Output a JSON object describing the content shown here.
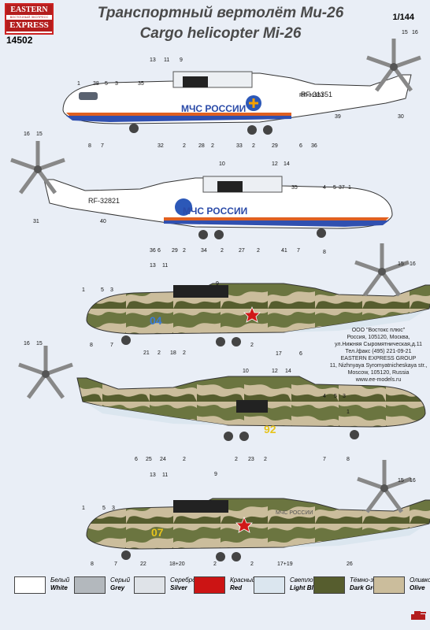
{
  "logo": {
    "line1": "EASTERN",
    "line2": "ВОСТОЧНЫЙ ЭКСПРЕСС",
    "line3": "EXPRESS"
  },
  "kit_number": "14502",
  "title_ru": "Транспортный вертолёт Ми-26",
  "title_en": "Cargo helicopter Mi-26",
  "scale": "1/144",
  "publisher": [
    "ООО \"Востокс плюс\"",
    "Россия, 105120, Москва,",
    "ул.Нижняя Сыромятническая,д.11",
    "Тел./факс (495) 221-09-21",
    "EASTERN EXPRESS GROUP",
    "11, Nizhnyaya Syromyatnicheskaya str.,",
    "Moscow, 105120, Russia",
    "www.ee-models.ru"
  ],
  "markings": {
    "mchs": "МЧС РОССИИ",
    "reg1": "RF-31351",
    "reg2": "RF-32821",
    "tac3": "04",
    "tac4": "92",
    "tac5": "07",
    "mchs5": "МЧС РОССИИ"
  },
  "callouts": {
    "h1": [
      "1",
      "38",
      "5",
      "3",
      "35",
      "13",
      "11",
      "9",
      "15",
      "16",
      "RF-31351",
      "39",
      "30",
      "8",
      "7",
      "32",
      "2",
      "28",
      "2",
      "33",
      "2",
      "29",
      "6",
      "36"
    ],
    "h2": [
      "16",
      "15",
      "10",
      "12",
      "14",
      "35",
      "4",
      "5",
      "37",
      "1",
      "31",
      "40",
      "36",
      "6",
      "29",
      "2",
      "34",
      "2",
      "27",
      "2",
      "41",
      "7",
      "8"
    ],
    "h3": [
      "13",
      "11",
      "9",
      "1",
      "5",
      "3",
      "15",
      "16",
      "8",
      "7",
      "21",
      "2",
      "18",
      "2",
      "2",
      "17",
      "6"
    ],
    "h4": [
      "16",
      "15",
      "10",
      "12",
      "14",
      "4",
      "5",
      "3",
      "1",
      "6",
      "25",
      "24",
      "2",
      "2",
      "23",
      "2",
      "7",
      "8"
    ],
    "h5": [
      "13",
      "11",
      "9",
      "15",
      "16",
      "1",
      "5",
      "3",
      "8",
      "7",
      "22",
      "18+20",
      "2",
      "2",
      "17+19",
      "26"
    ]
  },
  "legend": [
    {
      "ru": "Белый",
      "en": "White",
      "color": "#ffffff"
    },
    {
      "ru": "Серый",
      "en": "Grey",
      "color": "#b3b8bd"
    },
    {
      "ru": "Серебро",
      "en": "Silver",
      "color": "#dfe3e8"
    },
    {
      "ru": "Красный",
      "en": "Red",
      "color": "#cc1414"
    },
    {
      "ru": "Светло-голубой",
      "en": "Light Blue",
      "color": "#dbe6ef"
    },
    {
      "ru": "Тёмно-зелёный",
      "en": "Dark Green",
      "color": "#565d2e"
    },
    {
      "ru": "Оливковый",
      "en": "Olive",
      "color": "#cbbd9c"
    }
  ]
}
